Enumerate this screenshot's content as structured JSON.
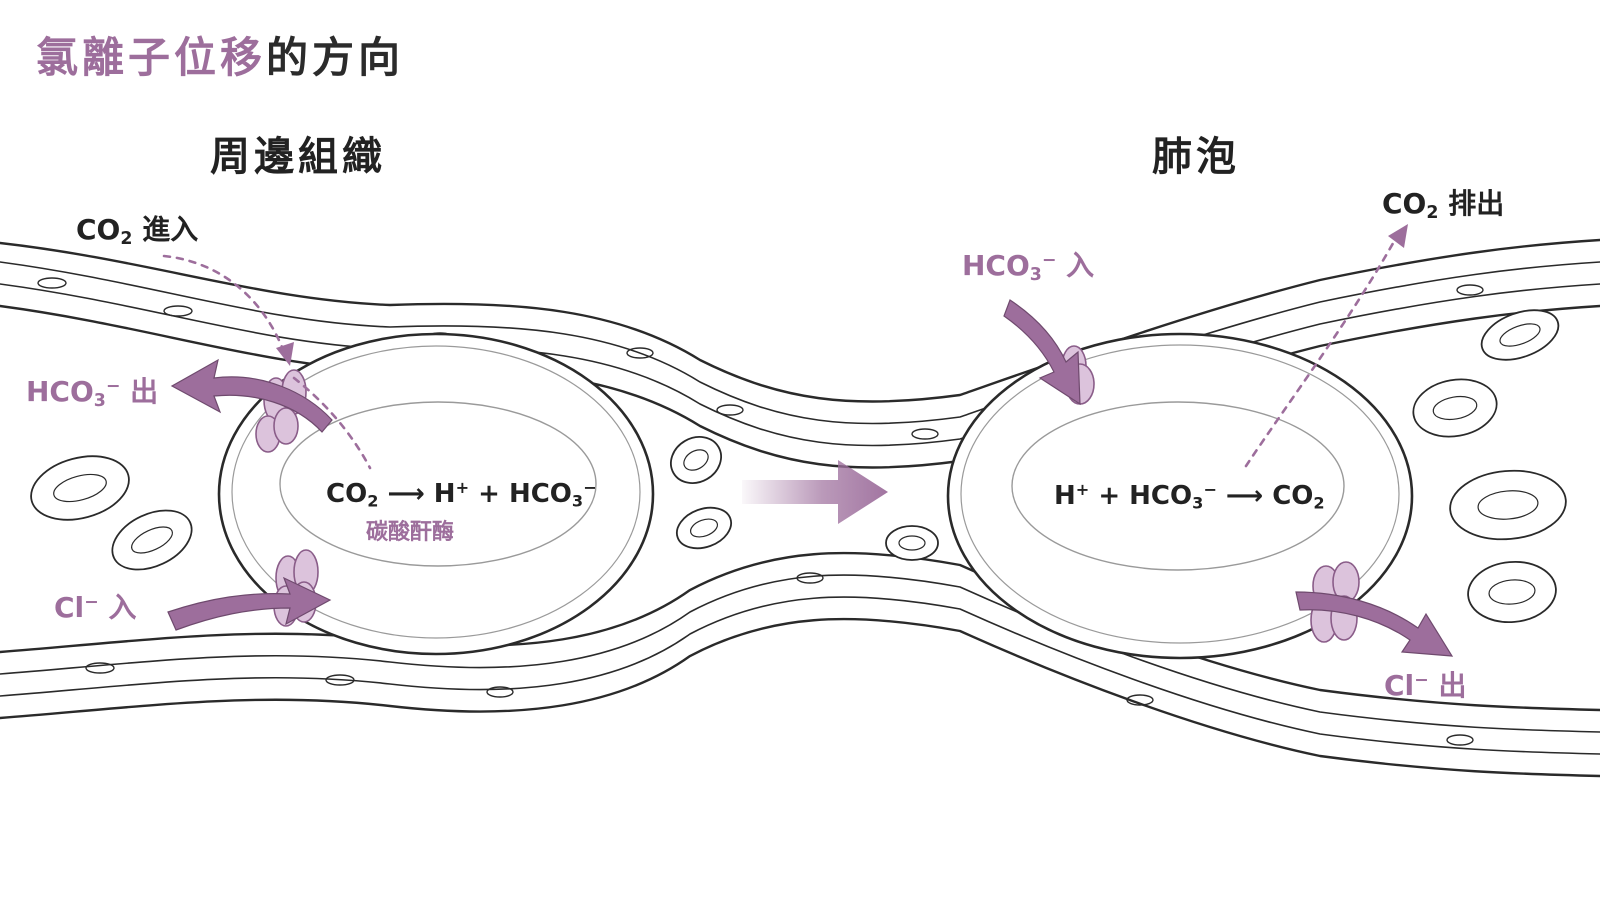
{
  "title": {
    "highlight": "氯離子位移",
    "rest": "的方向"
  },
  "regions": {
    "left": "周邊組織",
    "right": "肺泡"
  },
  "labels": {
    "co2_in": {
      "base": "CO",
      "sub": "2",
      "word": " 進入"
    },
    "hco3_out": {
      "base": "HCO",
      "sub": "3",
      "sup": "−",
      "word": " 出"
    },
    "cl_in": {
      "base": "Cl",
      "sup": "−",
      "word": " 入"
    },
    "hco3_in": {
      "base": "HCO",
      "sub": "3",
      "sup": "−",
      "word": " 入"
    },
    "co2_out": {
      "base": "CO",
      "sub": "2",
      "word": " 排出"
    },
    "cl_out": {
      "base": "Cl",
      "sup": "−",
      "word": " 出"
    }
  },
  "equations": {
    "left": {
      "a": "CO",
      "a_sub": "2",
      "arrow": " ⟶ ",
      "b": "H",
      "b_sup": "+",
      "plus": " + ",
      "c": "HCO",
      "c_sub": "3",
      "c_sup": "−"
    },
    "right": {
      "a": "H",
      "a_sup": "+",
      "plus": " + ",
      "b": "HCO",
      "b_sub": "3",
      "b_sup": "−",
      "arrow": " ⟶ ",
      "c": "CO",
      "c_sub": "2"
    },
    "enzyme": "碳酸酐酶"
  },
  "colors": {
    "accent": "#9d6e9c",
    "accent_light": "#dcc3dc",
    "line": "#2a2a2a",
    "text": "#222222"
  }
}
